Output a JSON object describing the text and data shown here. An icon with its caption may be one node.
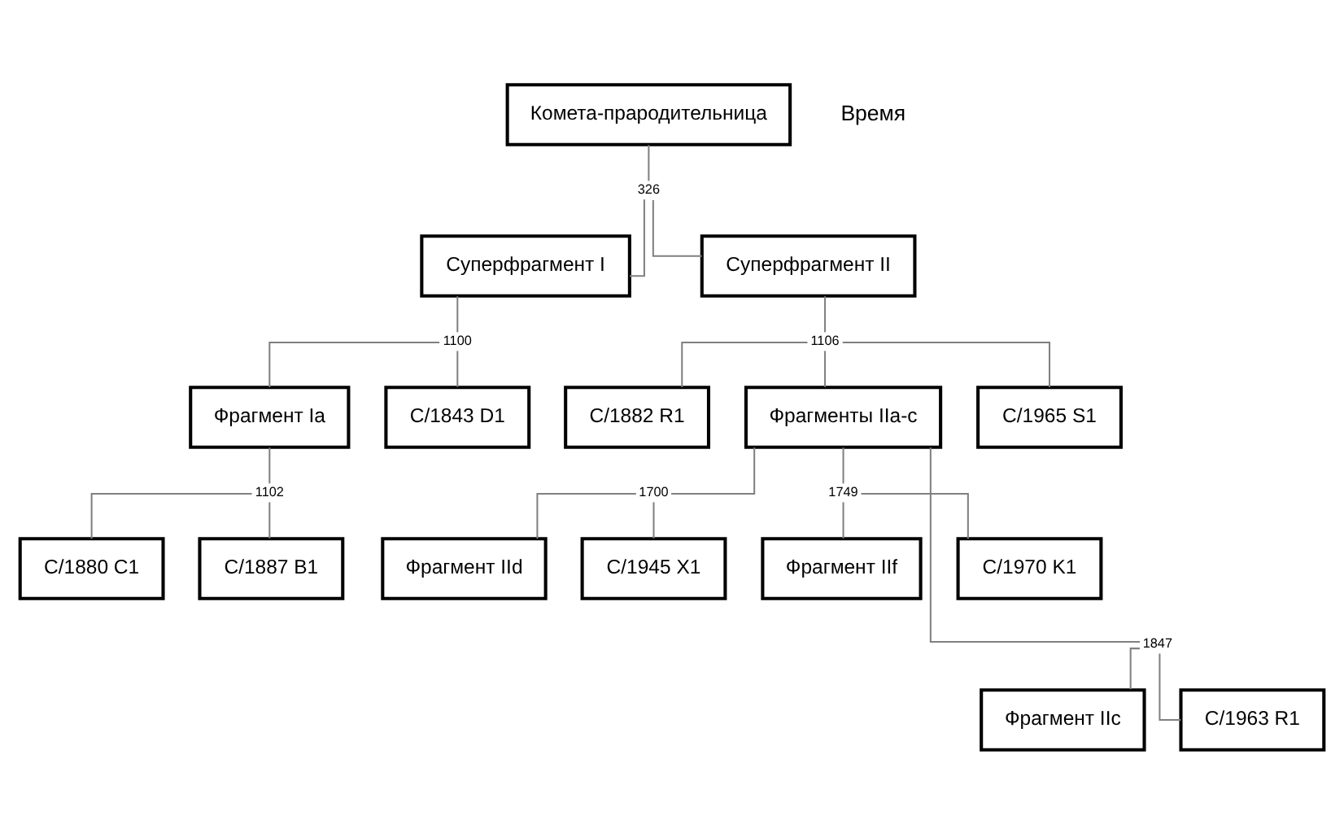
{
  "diagram": {
    "nodes": [
      {
        "text": [
          "Комета-прародительница"
        ]
      },
      {
        "text": [
          "326"
        ]
      },
      {
        "text": [
          "Суперфрагмент I"
        ]
      },
      {
        "text": [
          "Суперфрагмент II"
        ]
      },
      {
        "text": [
          "1100"
        ]
      },
      {
        "text": [
          "Фрагмент Ia"
        ]
      },
      {
        "text": [
          "C/1843 D1"
        ]
      },
      {
        "text": [
          "1102"
        ]
      },
      {
        "text": [
          "C/1880 C1"
        ]
      },
      {
        "text": [
          "C/1887 B1"
        ]
      },
      {
        "text": [
          "1106"
        ]
      },
      {
        "text": [
          "C/1882 R1"
        ]
      },
      {
        "text": [
          "Фрагменты IIa-c"
        ]
      },
      {
        "text": [
          "C/1965 S1"
        ]
      },
      {
        "text": [
          "1700"
        ]
      },
      {
        "text": [
          "1749"
        ]
      },
      {
        "text": [
          "Фрагмент IId"
        ]
      },
      {
        "text": [
          "C/1945 X1"
        ]
      },
      {
        "text": [
          "Фрагмент IIf"
        ]
      },
      {
        "text": [
          "C/1970 K1"
        ]
      },
      {
        "text": [
          "1847"
        ]
      },
      {
        "text": [
          "Фрагмент IIc"
        ]
      },
      {
        "text": [
          "C/1963 R1"
        ]
      }
    ],
    "edges": [
      {
        "from": 0,
        "to": 1,
        "arrow": "none"
      },
      {
        "from": 1,
        "to": 2,
        "arrow": "none"
      },
      {
        "from": 1,
        "to": 3,
        "arrow": "none"
      },
      {
        "from": 2,
        "to": 4,
        "arrow": "none"
      },
      {
        "from": 4,
        "to": 5,
        "arrow": "none"
      },
      {
        "from": 4,
        "to": 6,
        "arrow": "none"
      },
      {
        "from": 5,
        "to": 7,
        "arrow": "none"
      },
      {
        "from": 7,
        "to": 8,
        "arrow": "none"
      },
      {
        "from": 7,
        "to": 9,
        "arrow": "none"
      },
      {
        "from": 3,
        "to": 10,
        "arrow": "none"
      },
      {
        "from": 10,
        "to": 11,
        "arrow": "none"
      },
      {
        "from": 10,
        "to": 12,
        "arrow": "none"
      },
      {
        "from": 10,
        "to": 13,
        "arrow": "none"
      },
      {
        "from": 12,
        "to": 14,
        "arrow": "none"
      },
      {
        "from": 12,
        "to": 15,
        "arrow": "none"
      },
      {
        "from": 14,
        "to": 16,
        "arrow": "none"
      },
      {
        "from": 14,
        "to": 17,
        "arrow": "none"
      },
      {
        "from": 15,
        "to": 18,
        "arrow": "none"
      },
      {
        "from": 15,
        "to": 19,
        "arrow": "none"
      },
      {
        "from": 12,
        "to": 20,
        "arrow": "none"
      },
      {
        "from": 20,
        "to": 21,
        "arrow": "none"
      },
      {
        "from": 20,
        "to": 22,
        "arrow": "none"
      }
    ],
    "labels": [
      "Время"
    ]
  }
}
